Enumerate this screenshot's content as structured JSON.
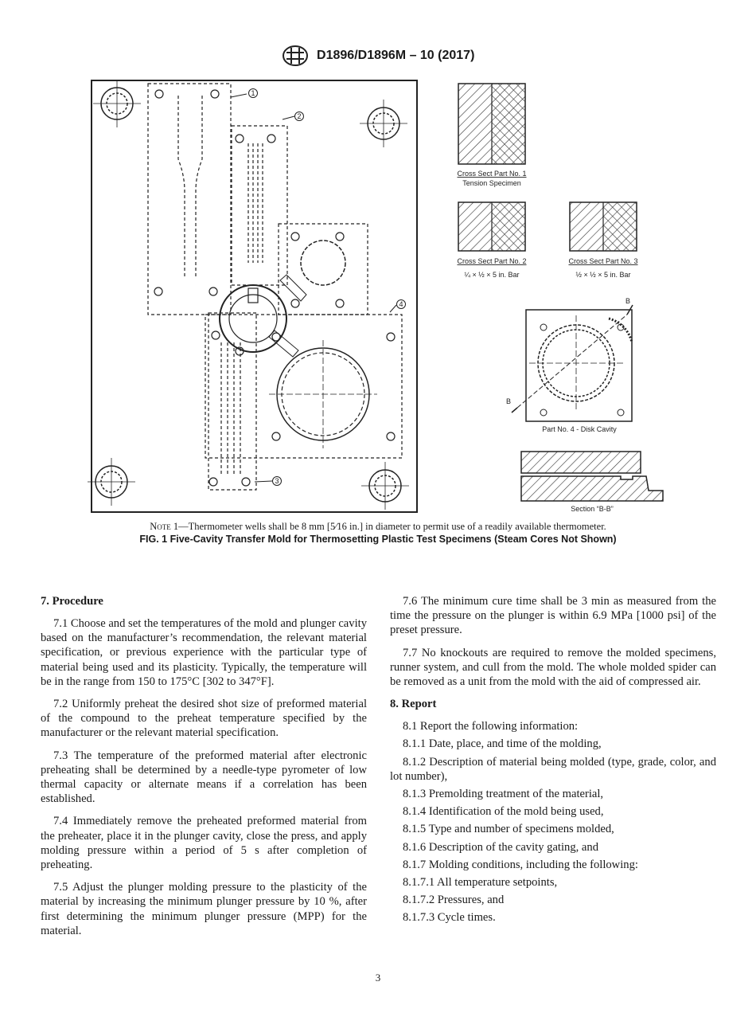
{
  "header": {
    "doc_id": "D1896/D1896M – 10 (2017)"
  },
  "figure": {
    "callouts": [
      "1",
      "2",
      "3",
      "4"
    ],
    "cross_sections": [
      {
        "title": "Cross Sect Part No. 1",
        "subtitle": "Tension Specimen"
      },
      {
        "title": "Cross Sect Part No. 2",
        "subtitle": "¼ × ½ × 5 in. Bar"
      },
      {
        "title": "Cross Sect Part No. 3",
        "subtitle": "½ × ½ × 5 in. Bar"
      }
    ],
    "disk_label": "Part No. 4 - Disk Cavity",
    "section_marker": "B",
    "section_label": "Section “B-B”",
    "note_prefix": "Note",
    "note_text": " 1—Thermometer wells shall be 8 mm [5⁄16 in.] in diameter to permit use of a readily available thermometer.",
    "caption": "FIG. 1 Five-Cavity Transfer Mold for Thermosetting Plastic Test Specimens (Steam Cores Not Shown)"
  },
  "left_column": {
    "heading": "7. Procedure",
    "paragraphs": [
      "7.1 Choose and set the temperatures of the mold and plunger cavity based on the manufacturer’s recommendation, the relevant material specification, or previous experience with the particular type of material being used and its plasticity. Typically, the temperature will be in the range from 150 to 175°C [302 to 347°F].",
      "7.2 Uniformly preheat the desired shot size of preformed material of the compound to the preheat temperature specified by the manufacturer or the relevant material specification.",
      "7.3 The temperature of the preformed material after electronic preheating shall be determined by a needle-type pyrometer of low thermal capacity or alternate means if a correlation has been established.",
      "7.4 Immediately remove the preheated preformed material from the preheater, place it in the plunger cavity, close the press, and apply molding pressure within a period of 5 s after completion of preheating.",
      "7.5 Adjust the plunger molding pressure to the plasticity of the material by increasing the minimum plunger pressure by 10 %, after first determining the minimum plunger pressure (MPP) for the material."
    ]
  },
  "right_column": {
    "paragraphs": [
      "7.6 The minimum cure time shall be 3 min as measured from the time the pressure on the plunger is within 6.9 MPa [1000 psi] of the preset pressure.",
      "7.7 No knockouts are required to remove the molded specimens, runner system, and cull from the mold. The whole molded spider can be removed as a unit from the mold with the aid of compressed air."
    ],
    "heading": "8. Report",
    "items": [
      "8.1 Report the following information:",
      "8.1.1 Date, place, and time of the molding,",
      "8.1.2 Description of material being molded (type, grade, color, and lot number),",
      "8.1.3 Premolding treatment of the material,",
      "8.1.4 Identification of the mold being used,",
      "8.1.5 Type and number of specimens molded,",
      "8.1.6 Description of the cavity gating, and",
      "8.1.7 Molding conditions, including the following:",
      "8.1.7.1 All temperature setpoints,",
      "8.1.7.2 Pressures, and",
      "8.1.7.3 Cycle times."
    ]
  },
  "page_number": "3"
}
